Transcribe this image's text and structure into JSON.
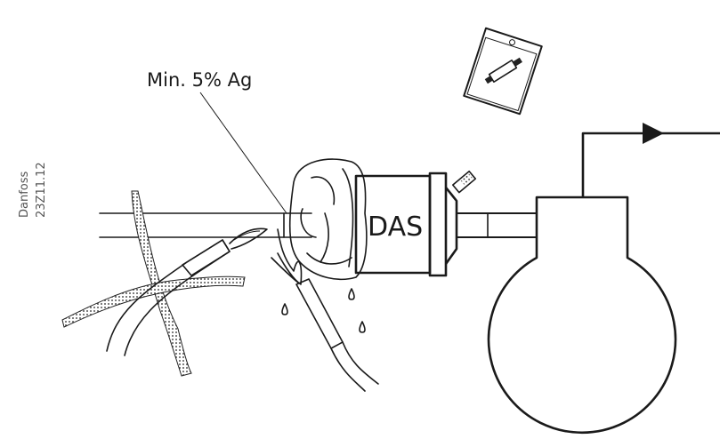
{
  "label_alloy": "Min. 5%  Ag",
  "filter_label": "DAS",
  "side_text": {
    "brand": "Danfoss",
    "code": "23Z11.12"
  },
  "icons": [
    "filter-drier-bag-icon",
    "wet-rag",
    "brazing-torch",
    "water-drops",
    "compressor",
    "flow-arrow"
  ]
}
